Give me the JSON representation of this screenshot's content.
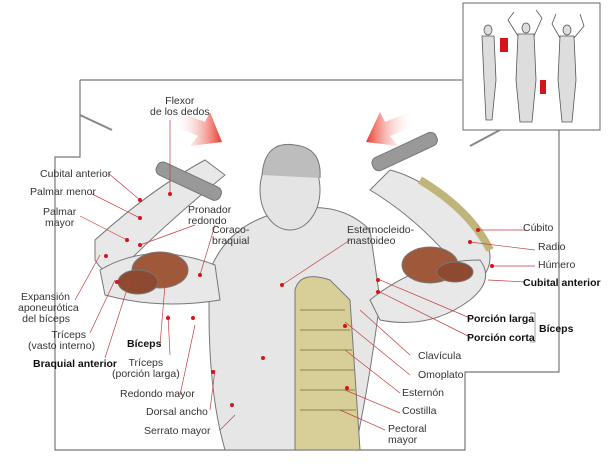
{
  "labels": {
    "flexor": [
      "Flexor",
      "de los dedos"
    ],
    "cubital_anterior_left": "Cubital anterior",
    "palmar_menor": "Palmar menor",
    "palmar_mayor": [
      "Palmar",
      "mayor"
    ],
    "pronador": [
      "Pronador",
      "redondo"
    ],
    "coracobraquial": [
      "Coraco-",
      "braquial"
    ],
    "expansion": [
      "Expansión",
      "aponeurótica",
      "del bíceps"
    ],
    "triceps_vasto": [
      "Tríceps",
      "(vasto interno)"
    ],
    "braquial_anterior": "Braquial anterior",
    "biceps_left": "Bíceps",
    "triceps_larga": [
      "Tríceps",
      "(porción larga)"
    ],
    "redondo_mayor": "Redondo mayor",
    "dorsal_ancho": "Dorsal ancho",
    "serrato_mayor": "Serrato mayor",
    "esternocleido": [
      "Esternocleido-",
      "mastoideo"
    ],
    "cubito": "Cúbito",
    "radio": "Radio",
    "humero": "Húmero",
    "cubital_anterior_right": "Cubital anterior",
    "porcion_larga": "Porción larga",
    "porcion_corta": "Porción corta",
    "biceps_right": "Bíceps",
    "clavicula": "Clavícula",
    "omoplato": "Omoplato",
    "esternon": "Esternón",
    "costilla": "Costilla",
    "pectoral": [
      "Pectoral",
      "mayor"
    ]
  },
  "colors": {
    "marker": "#d7141a",
    "arrow": "#e8382a",
    "muscle": "#a0583a",
    "bone": "#d8cf98"
  }
}
